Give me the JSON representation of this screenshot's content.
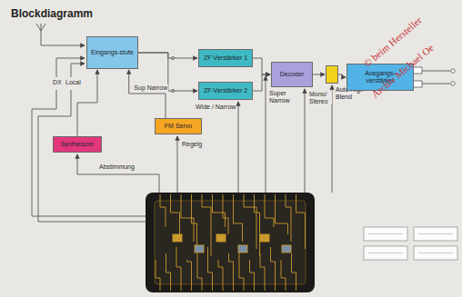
{
  "diagram": {
    "title": "Blockdiagramm",
    "nodes": [
      {
        "text": [
          "Eingangs-stufe"
        ]
      },
      {
        "text": [
          "ZF Verstärker 1"
        ]
      },
      {
        "text": [
          "ZF Verstärker 2"
        ]
      },
      {
        "text": [
          "Decoder"
        ]
      },
      {
        "text": [
          "Auto High Blend"
        ]
      },
      {
        "text": [
          "Ausgangs-verstärker"
        ]
      },
      {
        "text": [
          "FM Servo"
        ]
      },
      {
        "text": [
          "Synthesizer"
        ]
      }
    ],
    "edges": [
      {
        "from": 0,
        "to": 1,
        "arrow": "to"
      },
      {
        "from": 0,
        "to": 2,
        "arrow": "to"
      },
      {
        "from": 1,
        "to": 3,
        "arrow": "to"
      },
      {
        "from": 2,
        "to": 3,
        "arrow": "to"
      },
      {
        "from": 3,
        "to": 4,
        "arrow": "to"
      },
      {
        "from": 4,
        "to": 5,
        "arrow": "to"
      },
      {
        "from": 6,
        "to": 0,
        "label": "Sup Narrow",
        "arrow": "to"
      },
      {
        "from": 7,
        "to": 0,
        "arrow": "to"
      }
    ],
    "labels": [
      "DX",
      "Local",
      "Wide / Narrow",
      "Super Narrow",
      "Regelg",
      "Abstimmung",
      "Mono/ Stereo",
      "© beim Hersteller",
      "Archiv Michael Oe"
    ]
  }
}
